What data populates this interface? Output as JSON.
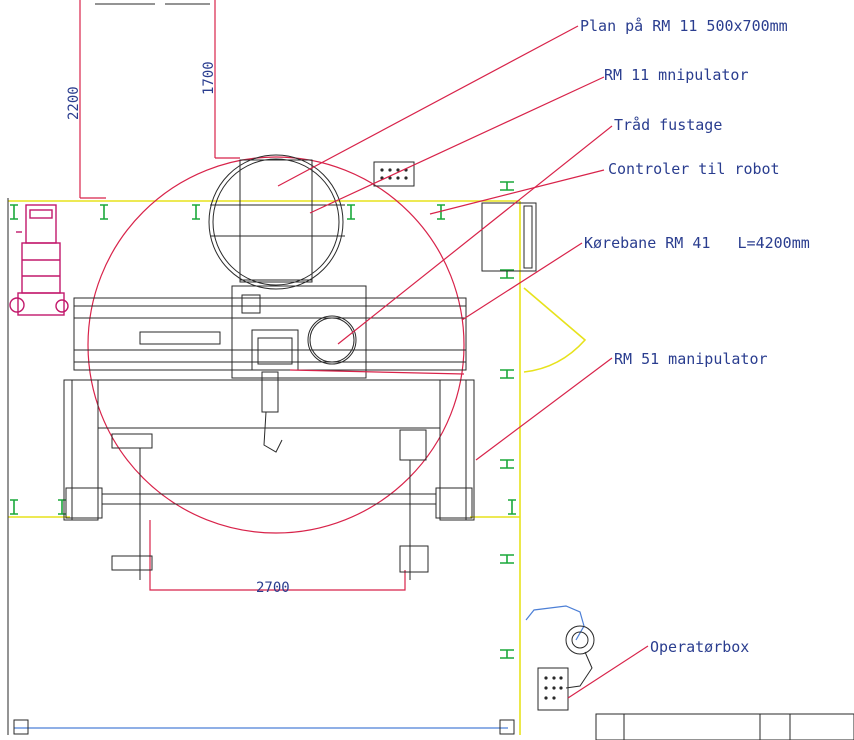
{
  "labels": {
    "plan": "Plan på RM 11 500x700mm",
    "manipulator_rm11": "RM 11 mnipulator",
    "trad": "Tråd fustage",
    "controller": "Controler til robot",
    "korebane": "Kørebane RM 41   L=4200mm",
    "manipulator_rm51": "RM 51 manipulator",
    "operatorbox": "Operatørbox"
  },
  "dimensions": {
    "d2200": "2200",
    "d1700": "1700",
    "d2700": "2700"
  },
  "colors": {
    "leader": "#d8234a",
    "fence": "#e7e21c",
    "post_marker": "#1aa83a",
    "text": "#2a3d8f",
    "trolley": "#c2186b",
    "floor_line": "#4c7fd6"
  }
}
